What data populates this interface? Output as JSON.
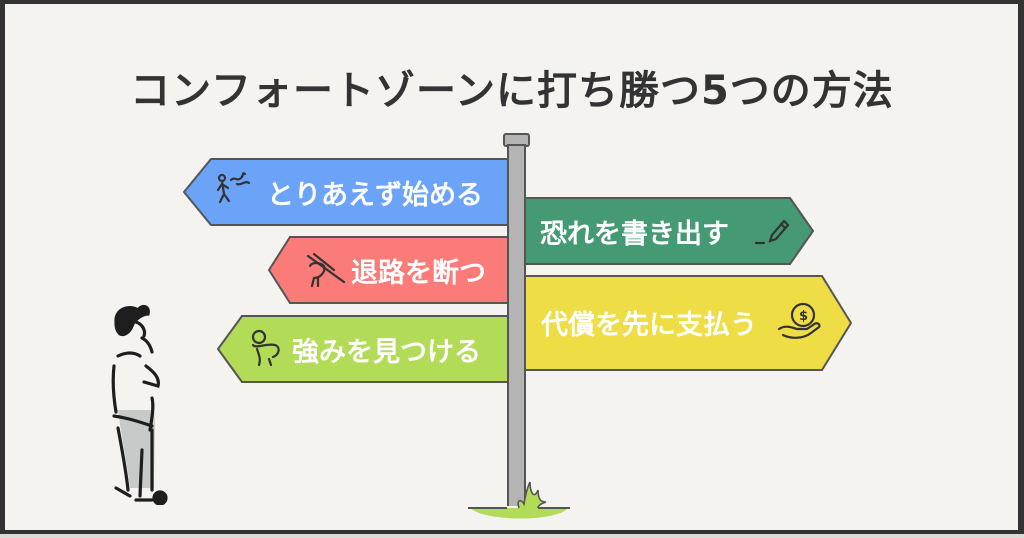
{
  "title": "コンフォートゾーンに打ち勝つ5つの方法",
  "colors": {
    "background": "#f4f3ef",
    "frame": "#333333",
    "blue": "#6aa3f8",
    "green": "#459a73",
    "red": "#fb7b78",
    "yellow": "#eedd45",
    "lime": "#b2db58",
    "post": "#b4b4b4"
  },
  "signs": [
    {
      "label": "とりあえず始める",
      "direction": "left",
      "color": "#6aa3f8",
      "icon": "walking-person-icon"
    },
    {
      "label": "恐れを書き出す",
      "direction": "right",
      "color": "#459a73",
      "icon": "pencil-icon"
    },
    {
      "label": "退路を断つ",
      "direction": "left",
      "color": "#fb7b78",
      "icon": "hand-breaking-stick-icon"
    },
    {
      "label": "代償を先に支払う",
      "direction": "right",
      "color": "#eedd45",
      "icon": "coin-in-hand-icon"
    },
    {
      "label": "強みを見つける",
      "direction": "left",
      "color": "#b2db58",
      "icon": "person-head-icon"
    }
  ]
}
